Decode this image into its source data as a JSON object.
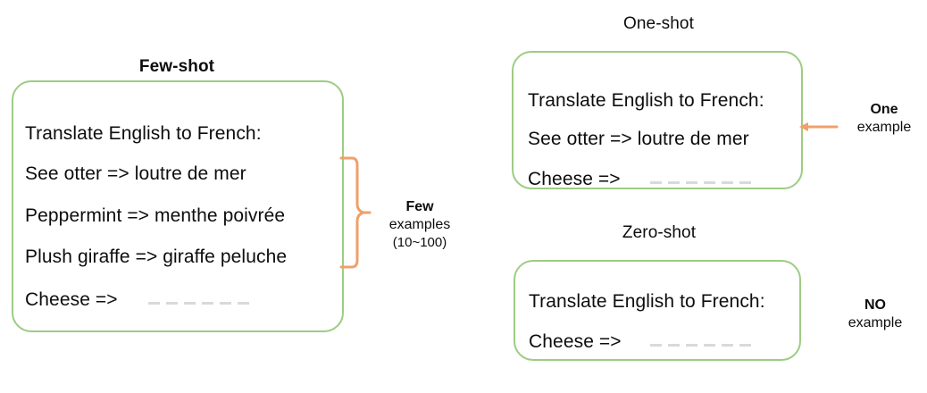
{
  "diagram": {
    "title_concept": "In-context learning prompt formats",
    "accent_border_color": "#9DCC82",
    "accent_annotation_color": "#F0A06A",
    "blank_slot_color": "#D9D9D9"
  },
  "panels": [
    {
      "id": "few-shot",
      "title": "Few-shot",
      "title_bold": true,
      "lines": [
        "Translate English to French:",
        "See otter => loutre de mer",
        "Peppermint => menthe poivrée",
        "Plush giraffe => giraffe peluche",
        "Cheese =>"
      ],
      "answer_blank": true,
      "annotation": {
        "head": "Few",
        "sub": "examples",
        "sub2": "(10~100)",
        "marker": "brace"
      }
    },
    {
      "id": "one-shot",
      "title": "One-shot",
      "title_bold": false,
      "lines": [
        "Translate English to French:",
        "See otter => loutre de mer",
        "Cheese =>"
      ],
      "answer_blank": true,
      "annotation": {
        "head": "One",
        "sub": "example",
        "marker": "arrow"
      }
    },
    {
      "id": "zero-shot",
      "title": "Zero-shot",
      "title_bold": false,
      "lines": [
        "Translate English to French:",
        "Cheese =>"
      ],
      "answer_blank": true,
      "annotation": {
        "head": "NO",
        "sub": "example",
        "marker": "none"
      }
    }
  ]
}
